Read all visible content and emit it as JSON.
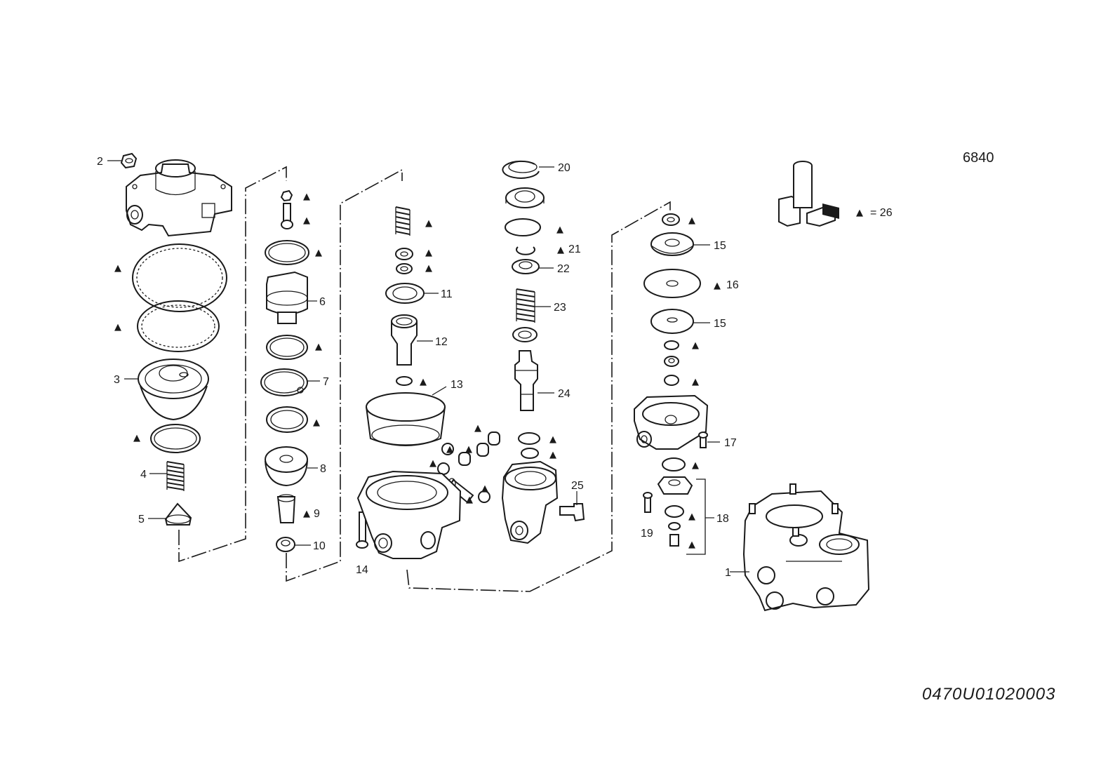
{
  "diagram": {
    "group_number": "6840",
    "drawing_number": "0470U01020003",
    "kit_legend": {
      "symbol": "▲",
      "text": "= 26"
    },
    "callouts": {
      "p1": "1",
      "p2": "2",
      "p3": "3",
      "p4": "4",
      "p5": "5",
      "p6": "6",
      "p7": "7",
      "p8": "8",
      "p9": "9",
      "p10": "10",
      "p11": "11",
      "p12": "12",
      "p13": "13",
      "p14": "14",
      "p15a": "15",
      "p15b": "15",
      "p16": "16",
      "p17": "17",
      "p18": "18",
      "p19": "19",
      "p20": "20",
      "p21": "21",
      "p22": "22",
      "p23": "23",
      "p24": "24",
      "p25": "25"
    },
    "kit_marker": "▲"
  }
}
